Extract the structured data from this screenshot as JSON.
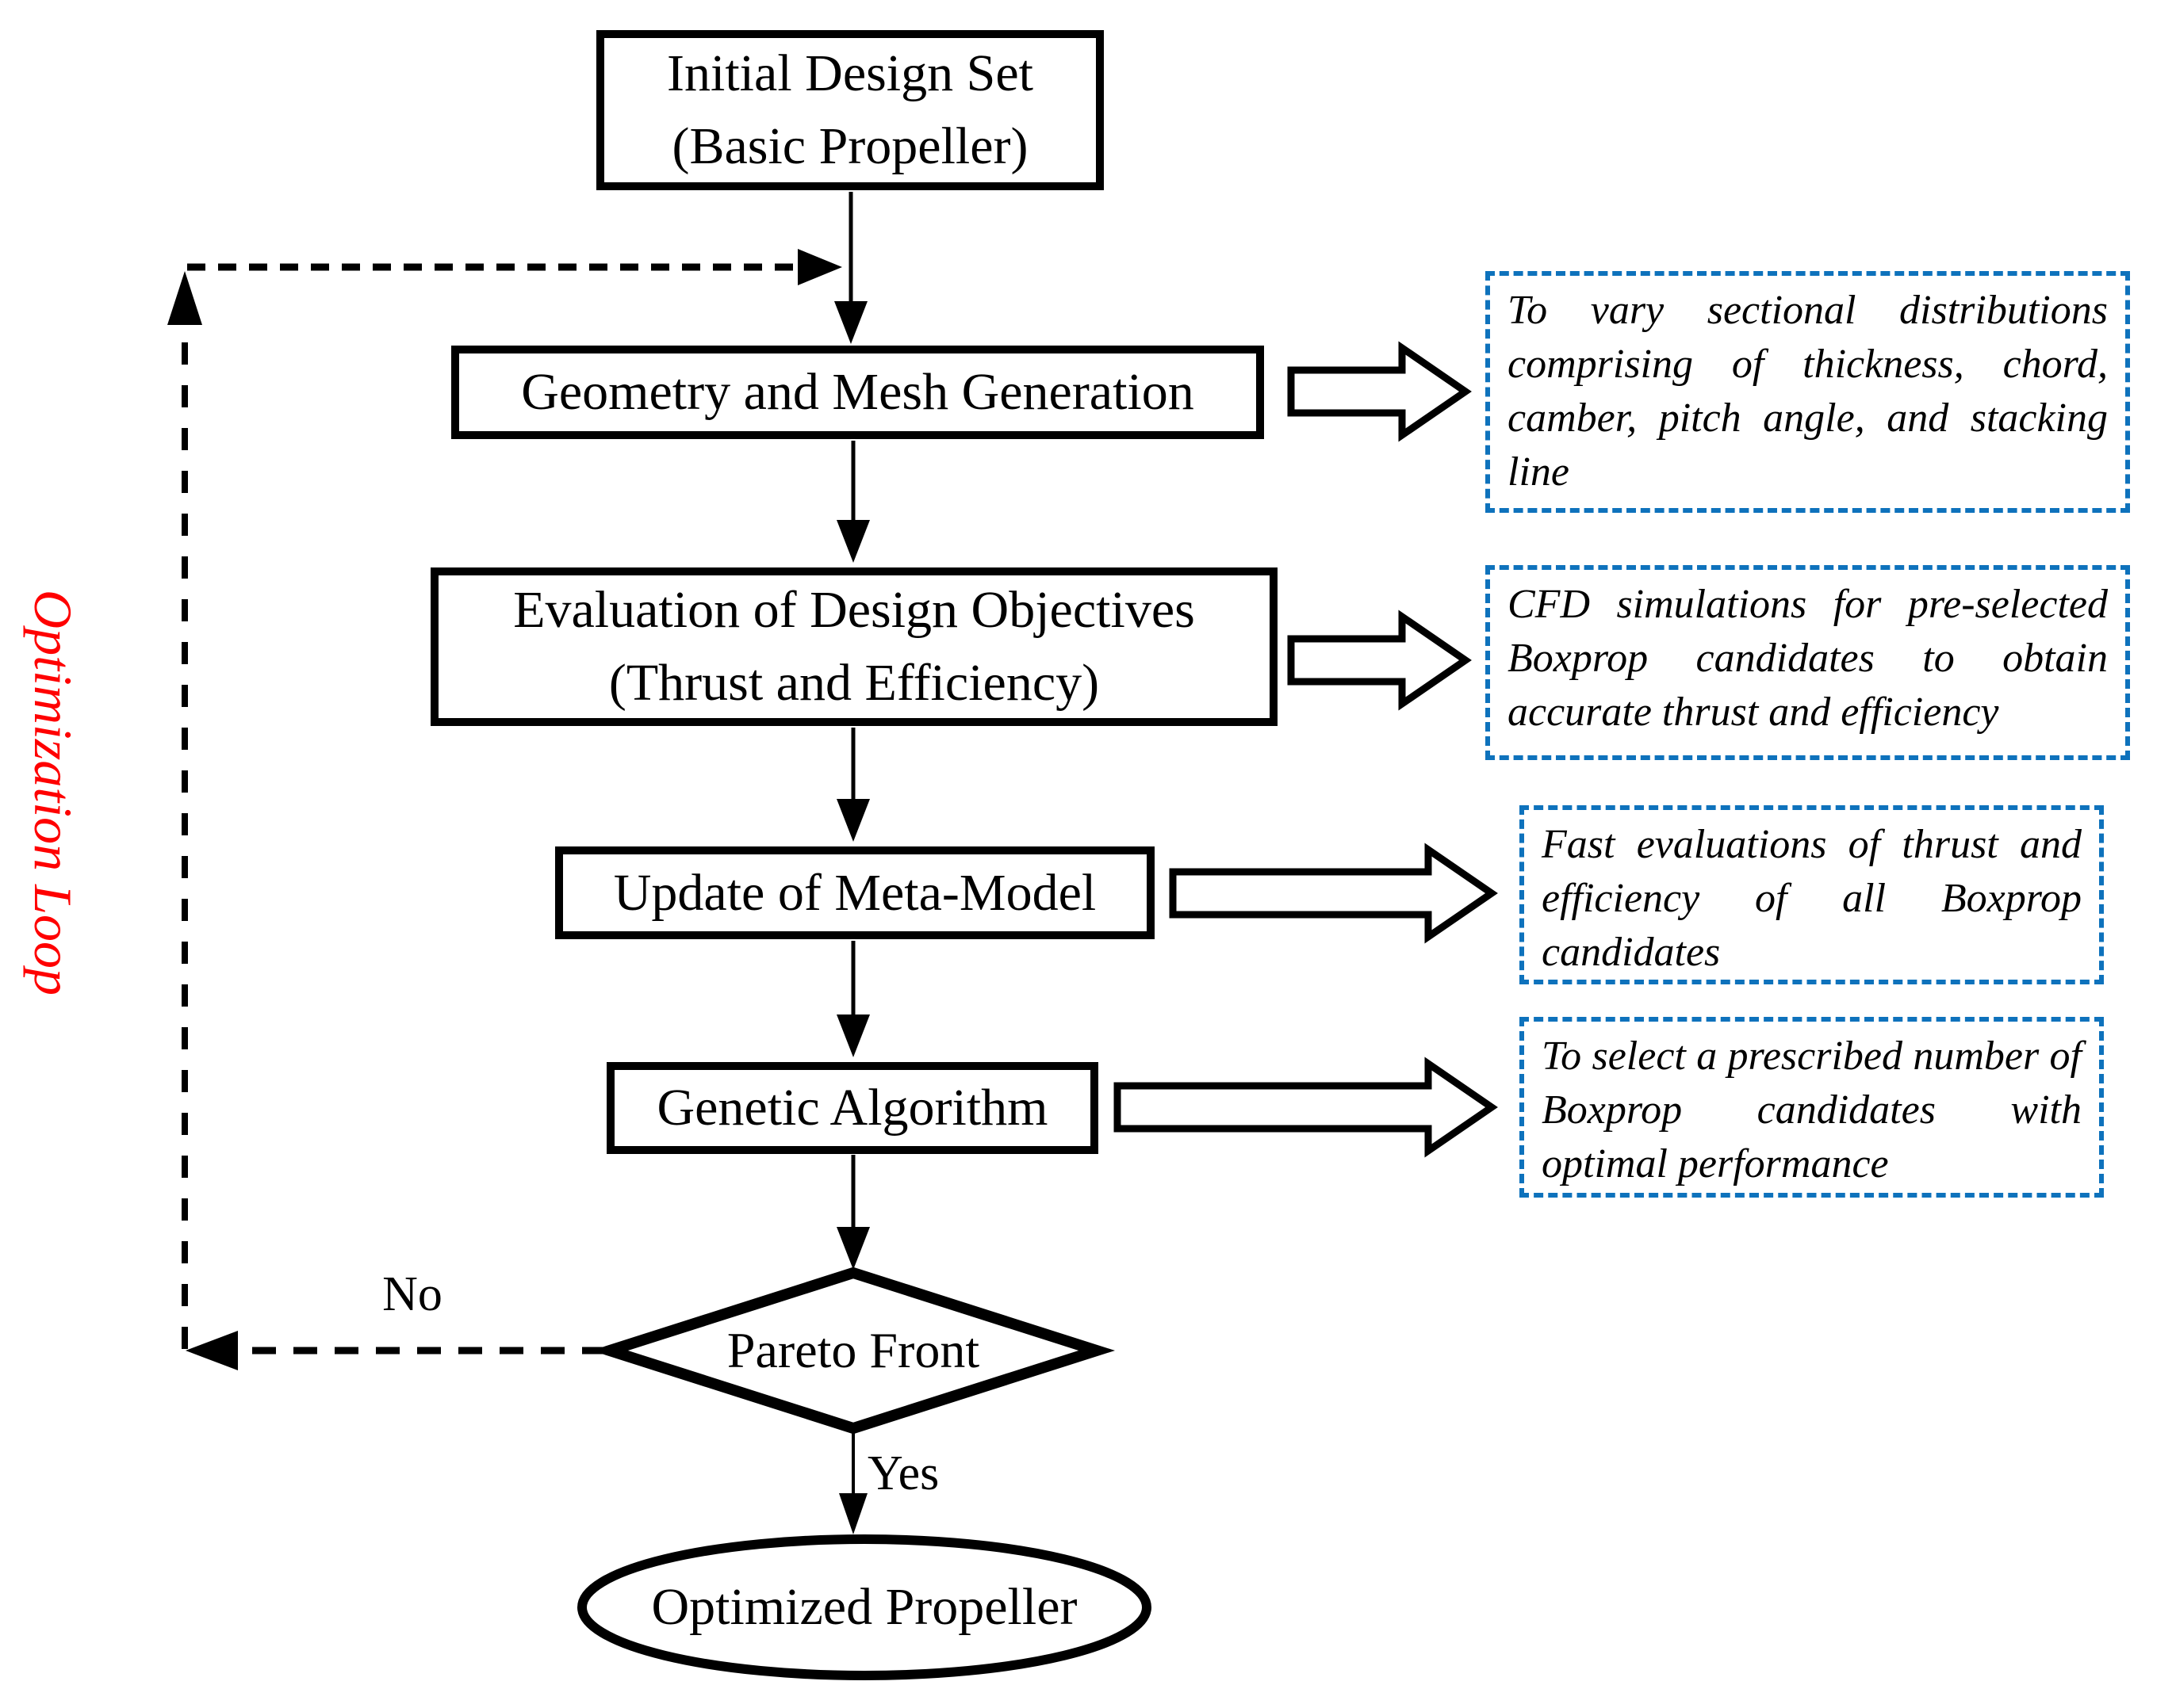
{
  "flow": {
    "initial": {
      "line1": "Initial Design Set",
      "line2": "(Basic Propeller)"
    },
    "geometry": {
      "label": "Geometry and Mesh Generation"
    },
    "evaluation": {
      "line1": "Evaluation of Design Objectives",
      "line2": "(Thrust and Efficiency)"
    },
    "update": {
      "label": "Update of Meta-Model"
    },
    "genetic": {
      "label": "Genetic Algorithm"
    },
    "decision": {
      "label": "Pareto Front"
    },
    "end": {
      "label": "Optimized Propeller"
    }
  },
  "notes": {
    "geometry": "To vary sectional distributions comprising of thickness, chord, camber, pitch angle, and stacking line",
    "evaluation": "CFD simulations for pre-selected Boxprop candidates to obtain accurate thrust and efficiency",
    "update": "Fast evaluations of thrust and efficiency of all Boxprop candidates",
    "genetic": "To select a prescribed number of Boxprop candidates with optimal performance"
  },
  "labels": {
    "loop": "Optimization Loop",
    "no": "No",
    "yes": "Yes"
  },
  "colors": {
    "annotation_border": "#0e72bc",
    "loop_text": "#ff0000",
    "line": "#000000"
  }
}
